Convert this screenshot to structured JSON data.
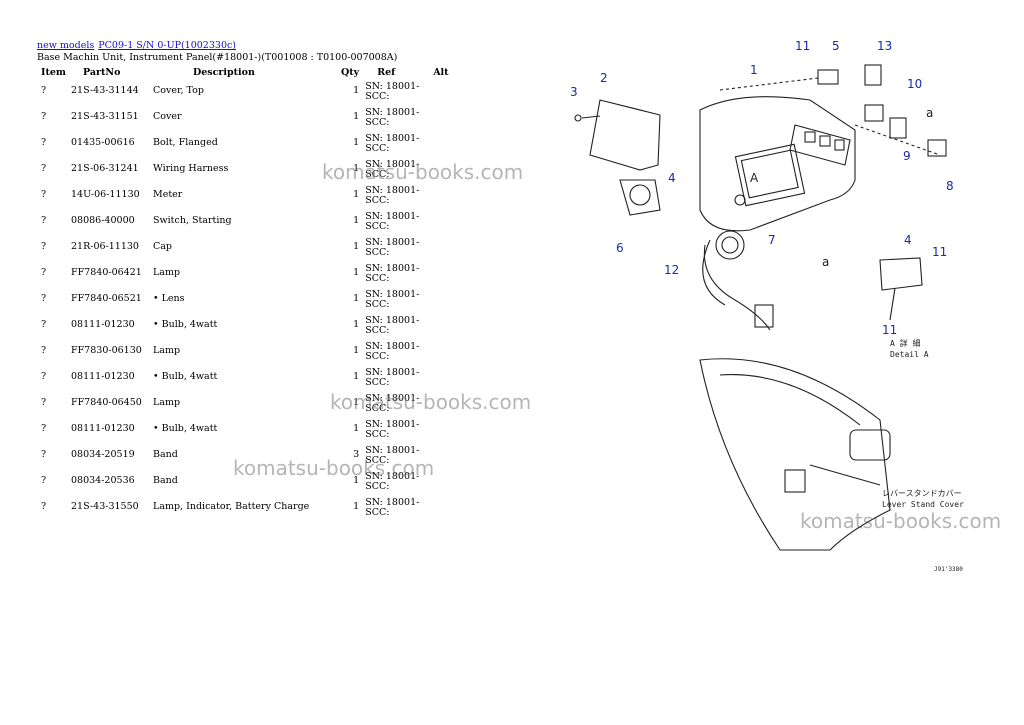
{
  "breadcrumb": {
    "link1": "new models",
    "link2": "PC09-1 S/N 0-UP(1002330c)"
  },
  "subtitle": "Base Machin Unit, Instrument Panel(#18001-)(T001008 : T0100-007008A)",
  "table": {
    "headers": {
      "item": "Item",
      "partno": "PartNo",
      "description": "Description",
      "qty": "Qty",
      "ref": "Ref",
      "alt": "Alt"
    },
    "rows": [
      {
        "item": "?",
        "partno": "21S-43-31144",
        "description": "Cover, Top",
        "qty": "1",
        "sn1": "SN: 18001-",
        "sn2": "SCC:"
      },
      {
        "item": "?",
        "partno": "21S-43-31151",
        "description": "Cover",
        "qty": "1",
        "sn1": "SN: 18001-",
        "sn2": "SCC:"
      },
      {
        "item": "?",
        "partno": "01435-00616",
        "description": "Bolt, Flanged",
        "qty": "1",
        "sn1": "SN: 18001-",
        "sn2": "SCC:"
      },
      {
        "item": "?",
        "partno": "21S-06-31241",
        "description": "Wiring Harness",
        "qty": "1",
        "sn1": "SN: 18001-",
        "sn2": "SCC:"
      },
      {
        "item": "?",
        "partno": "14U-06-11130",
        "description": "Meter",
        "qty": "1",
        "sn1": "SN: 18001-",
        "sn2": "SCC:"
      },
      {
        "item": "?",
        "partno": "08086-40000",
        "description": "Switch, Starting",
        "qty": "1",
        "sn1": "SN: 18001-",
        "sn2": "SCC:"
      },
      {
        "item": "?",
        "partno": "21R-06-11130",
        "description": "Cap",
        "qty": "1",
        "sn1": "SN: 18001-",
        "sn2": "SCC:"
      },
      {
        "item": "?",
        "partno": "FF7840-06421",
        "description": "Lamp",
        "qty": "1",
        "sn1": "SN: 18001-",
        "sn2": "SCC:"
      },
      {
        "item": "?",
        "partno": "FF7840-06521",
        "description": "• Lens",
        "qty": "1",
        "sn1": "SN: 18001-",
        "sn2": "SCC:"
      },
      {
        "item": "?",
        "partno": "08111-01230",
        "description": "• Bulb, 4watt",
        "qty": "1",
        "sn1": "SN: 18001-",
        "sn2": "SCC:"
      },
      {
        "item": "?",
        "partno": "FF7830-06130",
        "description": "Lamp",
        "qty": "1",
        "sn1": "SN: 18001-",
        "sn2": "SCC:"
      },
      {
        "item": "?",
        "partno": "08111-01230",
        "description": "• Bulb, 4watt",
        "qty": "1",
        "sn1": "SN: 18001-",
        "sn2": "SCC:"
      },
      {
        "item": "?",
        "partno": "FF7840-06450",
        "description": "Lamp",
        "qty": "1",
        "sn1": "SN: 18001-",
        "sn2": "SCC:"
      },
      {
        "item": "?",
        "partno": "08111-01230",
        "description": "• Bulb, 4watt",
        "qty": "1",
        "sn1": "SN: 18001-",
        "sn2": "SCC:"
      },
      {
        "item": "?",
        "partno": "08034-20519",
        "description": "Band",
        "qty": "3",
        "sn1": "SN: 18001-",
        "sn2": "SCC:"
      },
      {
        "item": "?",
        "partno": "08034-20536",
        "description": "Band",
        "qty": "1",
        "sn1": "SN: 18001-",
        "sn2": "SCC:"
      },
      {
        "item": "?",
        "partno": "21S-43-31550",
        "description": "Lamp, Indicator, Battery Charge",
        "qty": "1",
        "sn1": "SN: 18001-",
        "sn2": "SCC:"
      }
    ]
  },
  "watermark": "komatsu-books.com",
  "diagram": {
    "callouts": [
      "1",
      "2",
      "3",
      "4",
      "5",
      "6",
      "7",
      "8",
      "9",
      "10",
      "11",
      "12",
      "13",
      "a",
      "a",
      "4",
      "11",
      "11",
      "A"
    ],
    "detail_jp": "A 詳 細",
    "detail_en": "Detail A",
    "lever_jp": "レバースタンドカバー",
    "lever_en": "Lever Stand Cover",
    "code": "J91'3380"
  }
}
